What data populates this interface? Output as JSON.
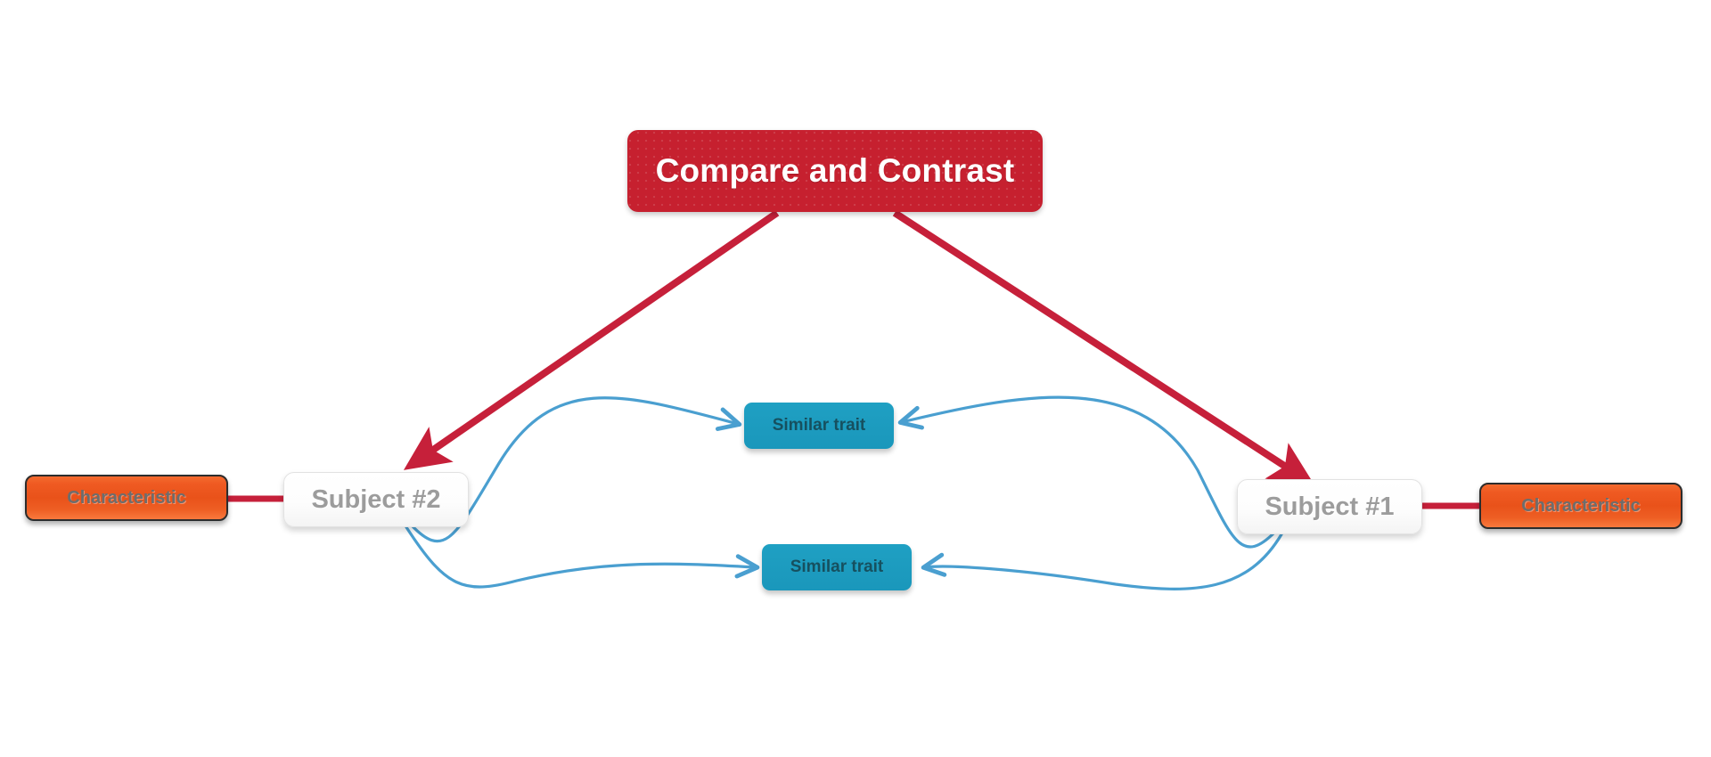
{
  "diagram": {
    "type": "concept-map",
    "title": "Compare and Contrast",
    "background_color": "#ffffff",
    "palette": {
      "root_red": "#c6202f",
      "connector_red": "#c6203a",
      "trait_teal": "#1a9cbf",
      "trait_text": "#16505f",
      "characteristic_orange": "#ef5a22",
      "characteristic_text": "#6d6d6d",
      "subject_text": "#9c9c9c",
      "edge_blue": "#4a9fd0"
    },
    "nodes": {
      "root": {
        "label": "Compare and Contrast",
        "shape": "rounded-rectangle",
        "fill": "#c6202f",
        "text_color": "#ffffff"
      },
      "subject_1": {
        "label": "Subject #1",
        "shape": "rounded-rectangle",
        "fill": "#ffffff",
        "text_color": "#9c9c9c"
      },
      "subject_2": {
        "label": "Subject #2",
        "shape": "rounded-rectangle",
        "fill": "#ffffff",
        "text_color": "#9c9c9c"
      },
      "characteristic_1": {
        "label": "Characteristic",
        "shape": "rounded-rectangle",
        "fill": "#ef5a22",
        "text_color": "#6d6d6d"
      },
      "characteristic_2": {
        "label": "Characteristic",
        "shape": "rounded-rectangle",
        "fill": "#ef5a22",
        "text_color": "#6d6d6d"
      },
      "trait_top": {
        "label": "Similar trait",
        "shape": "rounded-rectangle",
        "fill": "#1a9cbf",
        "text_color": "#16505f"
      },
      "trait_bottom": {
        "label": "Similar trait",
        "shape": "rounded-rectangle",
        "fill": "#1a9cbf",
        "text_color": "#16505f"
      }
    },
    "edges": [
      {
        "from": "root",
        "to": "subject_2",
        "style": "straight-arrow",
        "color": "#c6203a"
      },
      {
        "from": "root",
        "to": "subject_1",
        "style": "straight-arrow",
        "color": "#c6203a"
      },
      {
        "from": "characteristic_2",
        "to": "subject_2",
        "style": "straight-line",
        "color": "#c6203a"
      },
      {
        "from": "characteristic_1",
        "to": "subject_1",
        "style": "straight-line",
        "color": "#c6203a"
      },
      {
        "from": "subject_2",
        "to": "trait_top",
        "style": "curved-arrow",
        "color": "#4a9fd0"
      },
      {
        "from": "subject_2",
        "to": "trait_bottom",
        "style": "curved-arrow",
        "color": "#4a9fd0"
      },
      {
        "from": "subject_1",
        "to": "trait_top",
        "style": "curved-arrow",
        "color": "#4a9fd0"
      },
      {
        "from": "subject_1",
        "to": "trait_bottom",
        "style": "curved-arrow",
        "color": "#4a9fd0"
      }
    ]
  }
}
